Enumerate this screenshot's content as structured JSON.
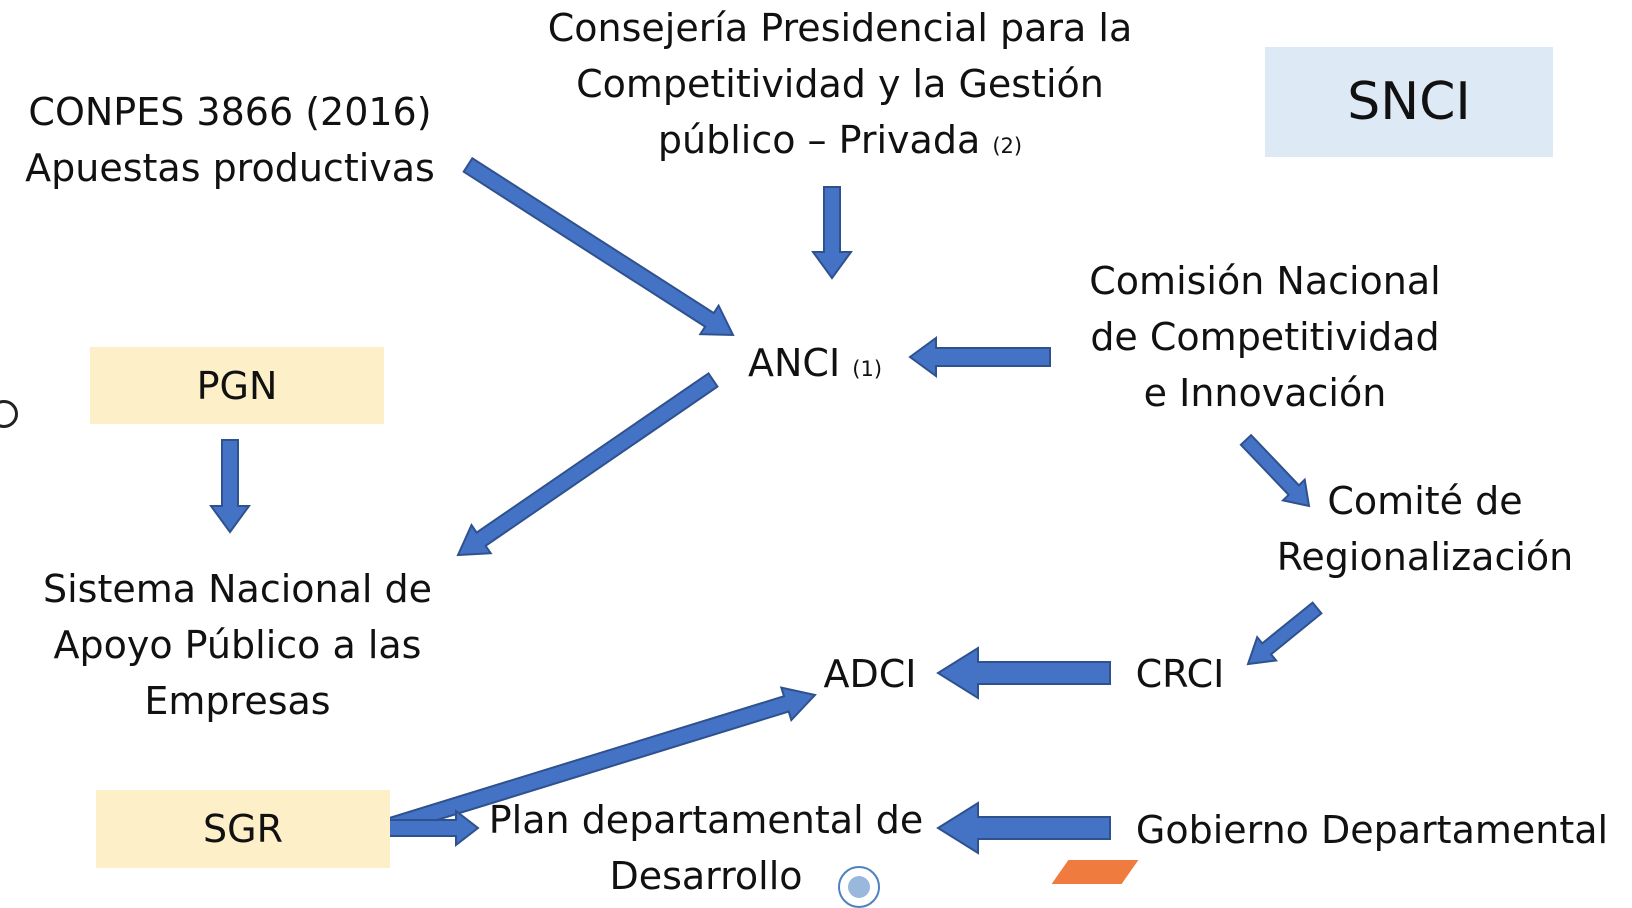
{
  "title_box": {
    "label": "SNCI",
    "color": "#dde9f5"
  },
  "colors": {
    "arrow": "#4472c4",
    "arrow_outline": "#2f528f",
    "yellow_box": "#fdf0c8"
  },
  "nodes": {
    "consejeria": {
      "lines": [
        "Consejería Presidencial para la",
        "Competitividad y la Gestión"
      ],
      "last_line": "público – Privada",
      "note": "(2)"
    },
    "conpes": {
      "lines": [
        "CONPES 3866 (2016)",
        "Apuestas productivas"
      ]
    },
    "anci": {
      "label": "ANCI",
      "note": "(1)"
    },
    "comision": {
      "lines": [
        "Comisión Nacional",
        "de Competitividad",
        "e Innovación"
      ]
    },
    "pgn": {
      "label": "PGN"
    },
    "comite": {
      "lines": [
        "Comité de",
        "Regionalización"
      ]
    },
    "sistema": {
      "lines": [
        "Sistema Nacional de",
        "Apoyo Público a las",
        "Empresas"
      ]
    },
    "adci": {
      "label": "ADCI"
    },
    "crci": {
      "label": "CRCI"
    },
    "sgr": {
      "label": "SGR"
    },
    "plan": {
      "lines": [
        "Plan departamental de",
        "Desarrollo"
      ]
    },
    "gobierno": {
      "label": "Gobierno Departamental"
    }
  },
  "icons": [
    "un-emblem-logo-icon",
    "orange-brand-mark-icon"
  ]
}
